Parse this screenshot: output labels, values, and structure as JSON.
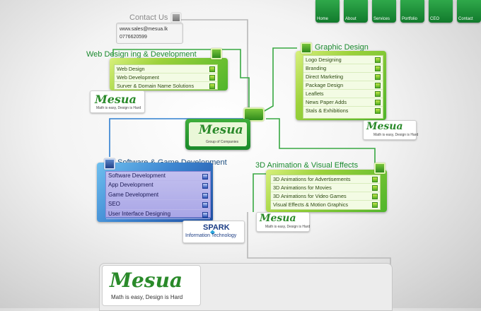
{
  "nav": [
    "Home",
    "About",
    "Services",
    "Portfolio",
    "CEO",
    "Contact"
  ],
  "contact": {
    "title": "Contact Us",
    "email": "www.sales@mesua.lk",
    "phone": "0776620599"
  },
  "web": {
    "title": "Web Design ing & Development",
    "items": [
      "Web Design",
      "Web Development",
      "Surver & Domain Name Solutions"
    ]
  },
  "graphic": {
    "title": "Graphic Design",
    "items": [
      "Logo Designing",
      "Branding",
      "Direct Marketing",
      "Package Design",
      "Leaflets",
      "News Paper Adds",
      "Stals & Exhibitions"
    ]
  },
  "software": {
    "title": "Software & Game Development",
    "items": [
      "Software Development",
      "App Development",
      "Game Development",
      "SEO",
      "User Interface Designing"
    ]
  },
  "animation": {
    "title": "3D Animation & Visual Effects",
    "items": [
      "3D Animations for Advertisements",
      "3D Animations for Movies",
      "3D Animations for Video Games",
      "Visual Effects & Motion Graphics"
    ]
  },
  "brand": {
    "name": "Mesua",
    "tagline": "Math is easy, Design is Hard",
    "group": "Group of Companies"
  },
  "spark": {
    "name": "SPARK",
    "sub": "Information Technology"
  },
  "footer": {
    "tagline": "Math is easy, Design is Hard"
  }
}
